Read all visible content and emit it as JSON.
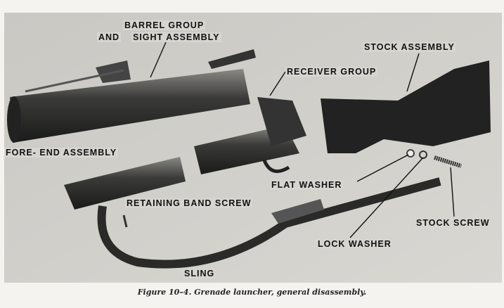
{
  "figure": {
    "caption": "Figure 10–4.   Grenade launcher, general disassembly.",
    "labels": {
      "barrel_1": "BARREL GROUP",
      "barrel_and": "AND",
      "barrel_2": "SIGHT ASSEMBLY",
      "stock_assembly": "STOCK ASSEMBLY",
      "receiver_group": "RECEIVER GROUP",
      "fore_end": "FORE- END ASSEMBLY",
      "retaining_band_screw": "RETAINING BAND SCREW",
      "flat_washer": "FLAT WASHER",
      "stock_screw": "STOCK SCREW",
      "lock_washer": "LOCK WASHER",
      "sling": "SLING"
    }
  }
}
